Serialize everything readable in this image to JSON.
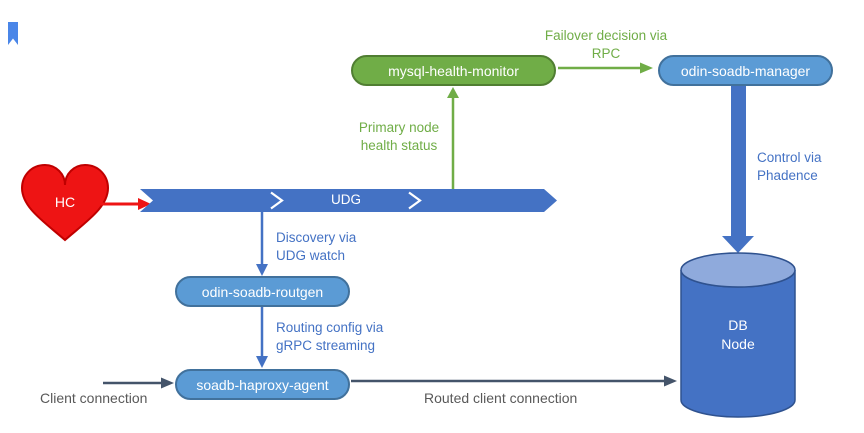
{
  "colors": {
    "accent_blue": "#4472C4",
    "node_blue_fill": "#5B9BD5",
    "node_blue_border": "#41719C",
    "green": "#70AD47",
    "green_border": "#507E32",
    "cylinder_top": "#8FAADC",
    "cylinder_border": "#2F528F",
    "red": "#EE1414",
    "red_border": "#C00000",
    "dark": "#44546A",
    "dark_text": "#595959",
    "white": "#FFFFFF",
    "bookmark_blue": "#4A86E8",
    "label_blue": "#4472C4"
  },
  "nodes": {
    "heart": {
      "label": "HC"
    },
    "udg_banner": {
      "label": "UDG"
    },
    "health_monitor": {
      "label": "mysql-health-monitor"
    },
    "soadb_manager": {
      "label": "odin-soadb-manager"
    },
    "soadb_routgen": {
      "label": "odin-soadb-routgen"
    },
    "haproxy_agent": {
      "label": "soadb-haproxy-agent"
    },
    "db_node": {
      "line1": "DB",
      "line2": "Node"
    }
  },
  "edges": {
    "failover_rpc": {
      "line1": "Failover decision via",
      "line2": "RPC"
    },
    "primary_health": {
      "line1": "Primary node",
      "line2": "health status"
    },
    "control_phadence": {
      "line1": "Control via",
      "line2": "Phadence"
    },
    "discovery_udg": {
      "line1": "Discovery via",
      "line2": "UDG watch"
    },
    "routing_grpc": {
      "line1": "Routing config via",
      "line2": "gRPC streaming"
    },
    "client_connection": {
      "label": "Client connection"
    },
    "routed_client_connection": {
      "label": "Routed client connection"
    }
  }
}
